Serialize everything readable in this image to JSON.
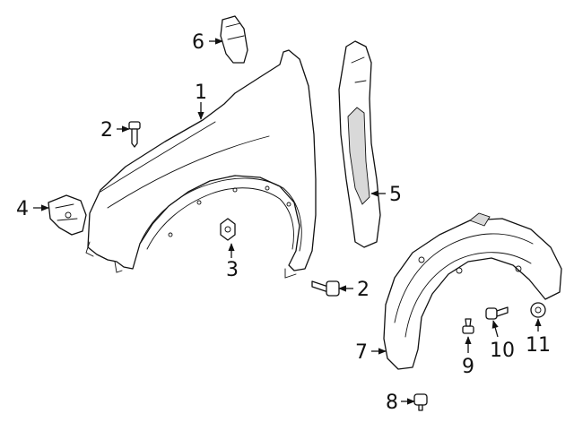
{
  "diagram": {
    "callouts": [
      {
        "id": "c1",
        "label": "1"
      },
      {
        "id": "c2a",
        "label": "2"
      },
      {
        "id": "c2b",
        "label": "2"
      },
      {
        "id": "c3",
        "label": "3"
      },
      {
        "id": "c4",
        "label": "4"
      },
      {
        "id": "c5",
        "label": "5"
      },
      {
        "id": "c6",
        "label": "6"
      },
      {
        "id": "c7",
        "label": "7"
      },
      {
        "id": "c8",
        "label": "8"
      },
      {
        "id": "c9",
        "label": "9"
      },
      {
        "id": "c10",
        "label": "10"
      },
      {
        "id": "c11",
        "label": "11"
      }
    ]
  }
}
